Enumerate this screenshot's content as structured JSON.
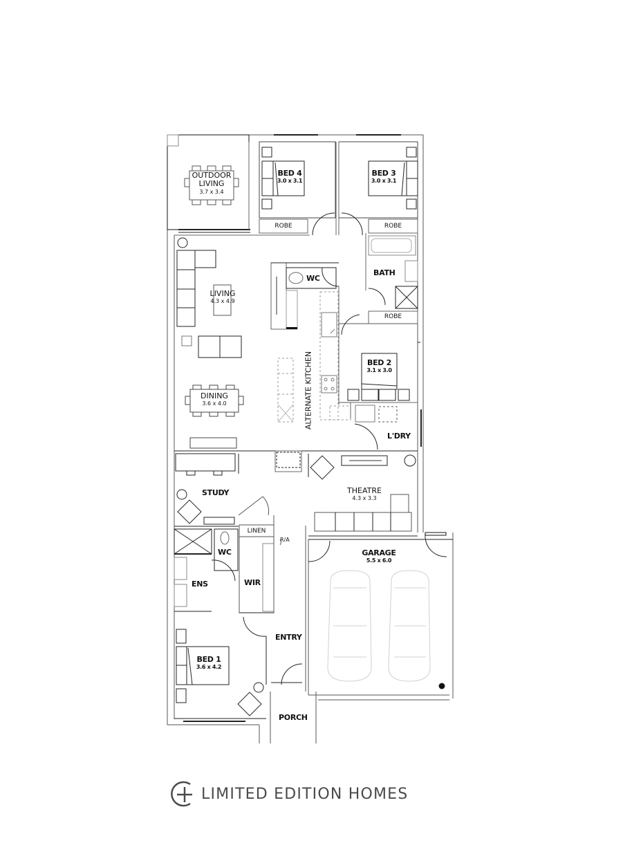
{
  "plan": {
    "rooms": [
      {
        "id": "outdoor-living",
        "name": "OUTDOOR",
        "name2": "LIVING",
        "dims": "3.7 x 3.4"
      },
      {
        "id": "bed4",
        "name": "BED 4",
        "dims": "3.0 x 3.1"
      },
      {
        "id": "bed3",
        "name": "BED 3",
        "dims": "3.0 x 3.1"
      },
      {
        "id": "robe-bed4",
        "name": "ROBE"
      },
      {
        "id": "robe-bed3",
        "name": "ROBE"
      },
      {
        "id": "bath",
        "name": "BATH"
      },
      {
        "id": "wc-main",
        "name": "WC"
      },
      {
        "id": "living",
        "name": "LIVING",
        "dims": "4.3 x 4.9"
      },
      {
        "id": "robe-bed2",
        "name": "ROBE"
      },
      {
        "id": "bed2",
        "name": "BED 2",
        "dims": "3.1 x 3.0"
      },
      {
        "id": "alt-kitchen",
        "name": "ALTERNATE KITCHEN"
      },
      {
        "id": "dining",
        "name": "DINING",
        "dims": "3.6 x 4.0"
      },
      {
        "id": "laundry",
        "name": "L'DRY"
      },
      {
        "id": "study",
        "name": "STUDY"
      },
      {
        "id": "theatre",
        "name": "THEATRE",
        "dims": "4.3 x 3.3"
      },
      {
        "id": "linen",
        "name": "LINEN"
      },
      {
        "id": "wc-ens",
        "name": "WC"
      },
      {
        "id": "garage",
        "name": "GARAGE",
        "dims": "5.5 x 6.0"
      },
      {
        "id": "ens",
        "name": "ENS"
      },
      {
        "id": "wir",
        "name": "WIR"
      },
      {
        "id": "entry",
        "name": "ENTRY"
      },
      {
        "id": "bed1",
        "name": "BED 1",
        "dims": "3.6 x 4.2"
      },
      {
        "id": "porch",
        "name": "PORCH"
      }
    ],
    "annotations": {
      "return_air": "R/A"
    },
    "colors": {
      "wall": "#222222",
      "furniture": "#333333",
      "fixture_light": "#bbbbbb",
      "car": "#d0d0d0"
    }
  },
  "brand": {
    "name": "LIMITED EDITION HOMES",
    "logo_icon": "circle-plus-icon",
    "color": "#4a4a4a"
  }
}
